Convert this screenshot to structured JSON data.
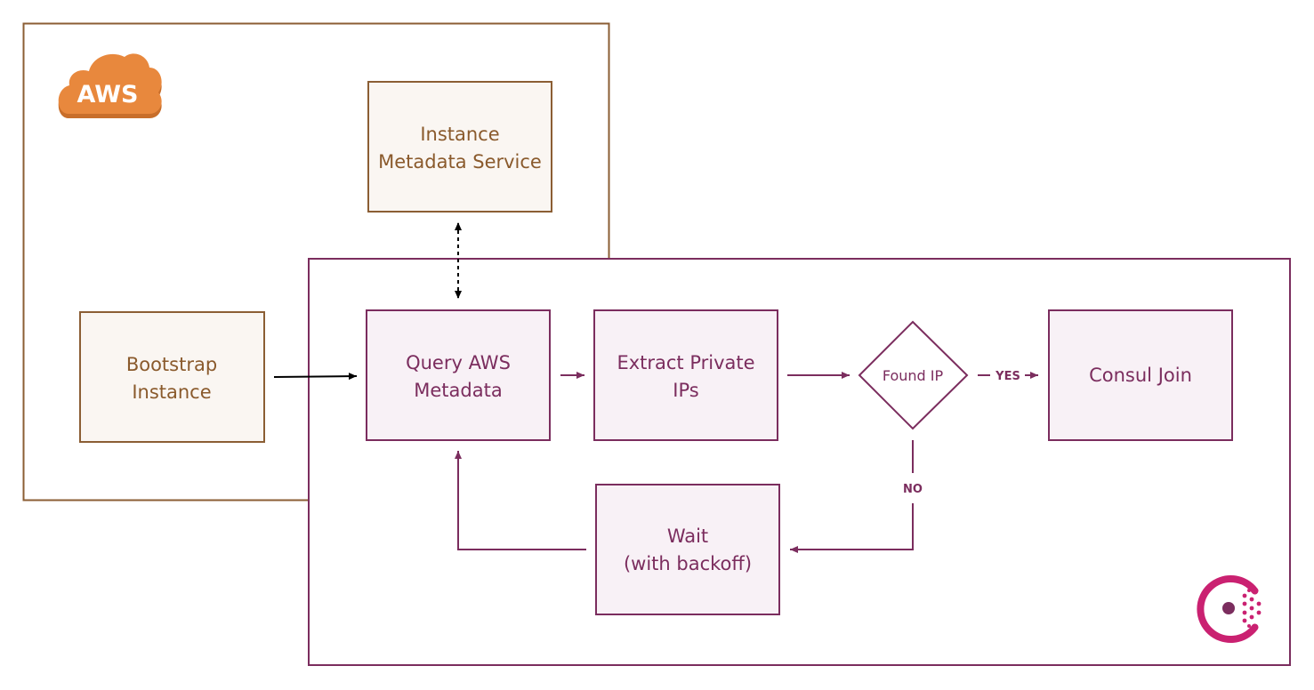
{
  "logos": {
    "aws": {
      "text": "AWS",
      "fill": "#e8883d",
      "shadow": "#c86e2a"
    },
    "consul": {
      "icon": "consul-logo-icon",
      "ring": "#ca2171",
      "core": "#7b2d5e"
    }
  },
  "colors": {
    "aws_border": "#8b5e34",
    "aws_box_fill": "#faf6f2",
    "aws_text": "#8a5a2c",
    "consul_border": "#7b2d5e",
    "consul_box_fill": "#f8f1f6",
    "consul_text": "#7b2d5e"
  },
  "nodes": {
    "metadata_service": {
      "line1": "Instance",
      "line2": "Metadata Service"
    },
    "bootstrap": {
      "line1": "Bootstrap",
      "line2": "Instance"
    },
    "query_metadata": {
      "line1": "Query AWS",
      "line2": "Metadata"
    },
    "extract_ips": {
      "line1": "Extract Private",
      "line2": "IPs"
    },
    "found_ip": {
      "label": "Found IP"
    },
    "consul_join": {
      "label": "Consul Join"
    },
    "wait": {
      "line1": "Wait",
      "line2": "(with backoff)"
    }
  },
  "edges": {
    "yes_label": "YES",
    "no_label": "NO"
  }
}
